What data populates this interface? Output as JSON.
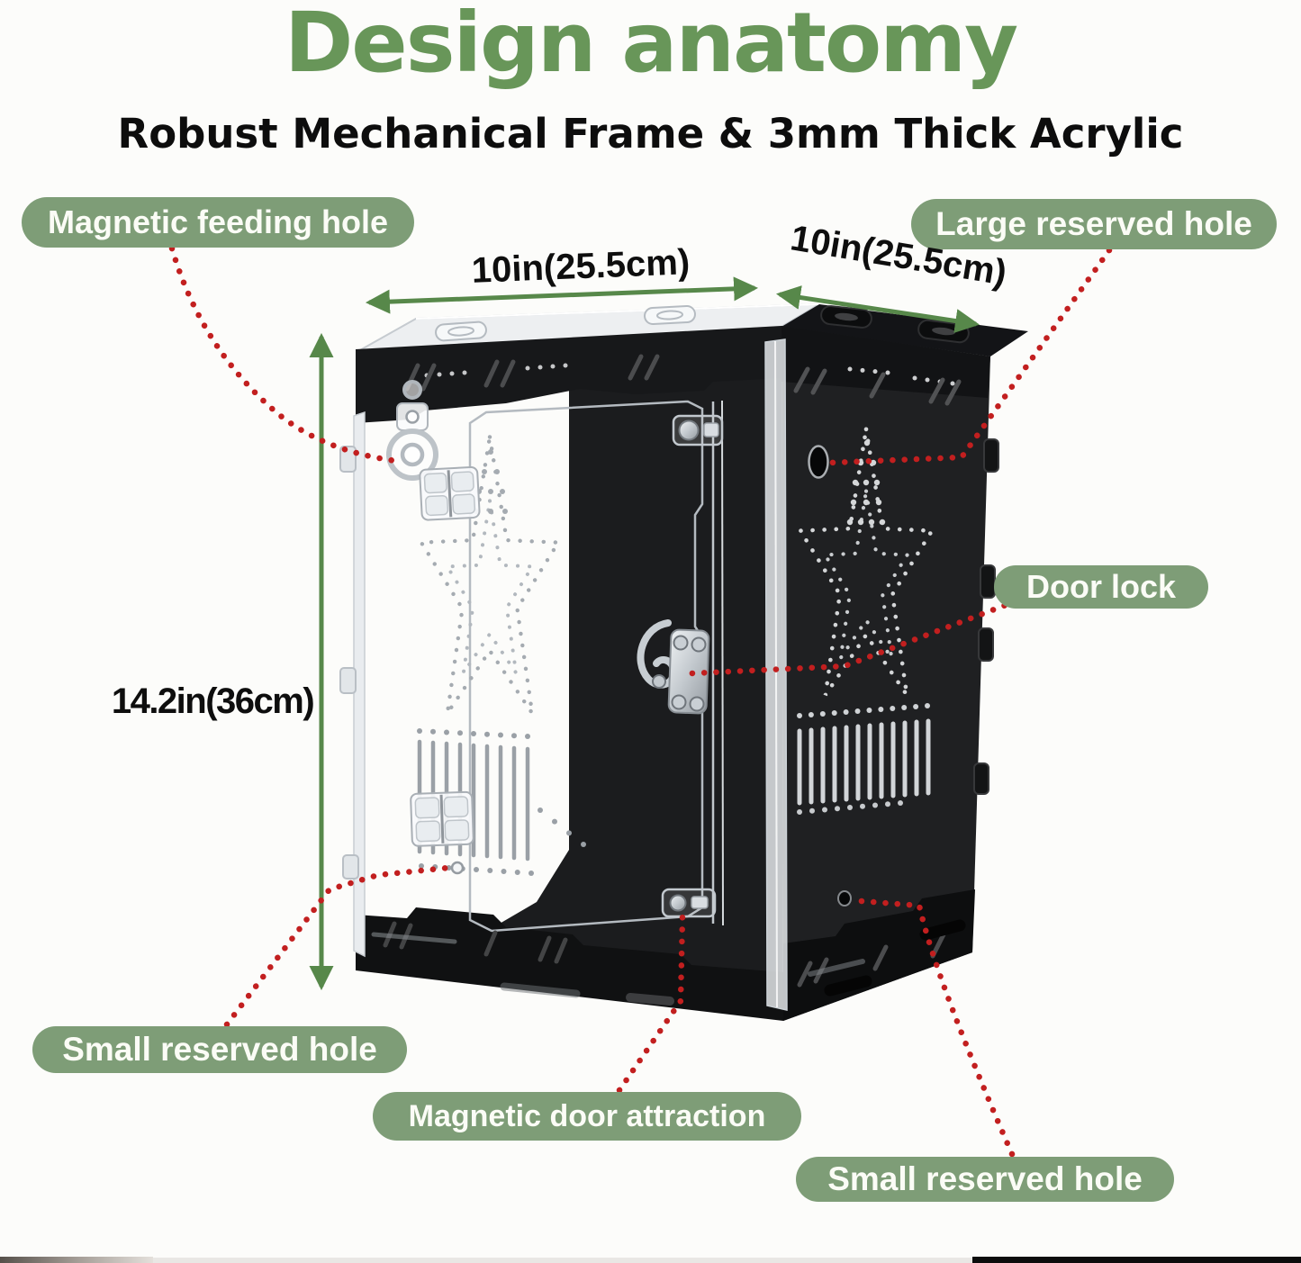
{
  "header": {
    "title": "Design anatomy",
    "subtitle": "Robust Mechanical Frame & 3mm Thick Acrylic"
  },
  "callouts": [
    {
      "id": "magnetic-feeding-hole",
      "text": "Magnetic feeding hole"
    },
    {
      "id": "large-reserved-hole",
      "text": "Large reserved hole"
    },
    {
      "id": "door-lock",
      "text": "Door lock"
    },
    {
      "id": "small-reserved-hole-left",
      "text": "Small reserved hole"
    },
    {
      "id": "magnetic-door-attraction",
      "text": "Magnetic door attraction"
    },
    {
      "id": "small-reserved-hole-right",
      "text": "Small reserved hole"
    }
  ],
  "dimensions": {
    "front_width": "10in(25.5cm)",
    "side_depth": "10in(25.5cm)",
    "height": "14.2in(36cm)"
  },
  "colors": {
    "title_green": "#689659",
    "badge_green": "#7e9d77",
    "arrow_green": "#57884a",
    "leader_red": "#c21f1f",
    "frame_black": "#141414"
  }
}
